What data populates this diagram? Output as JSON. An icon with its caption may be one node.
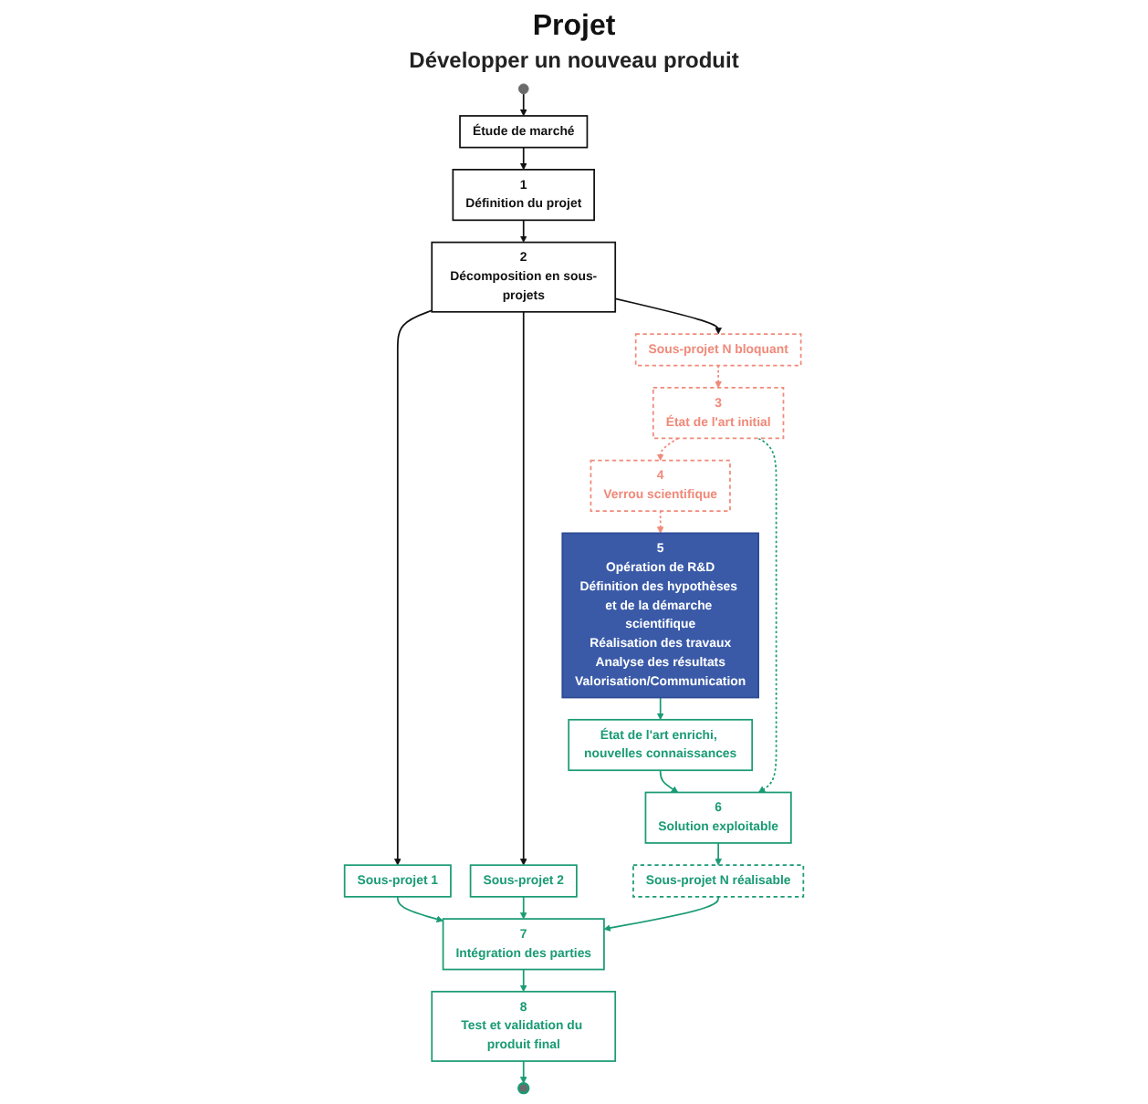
{
  "diagram": {
    "title": "Projet",
    "nodes": [
      {
        "text": [],
        "shape": "circle"
      },
      {
        "text": [
          "Étude de marché"
        ]
      },
      {
        "text": [
          "1",
          "Définition du projet"
        ]
      },
      {
        "text": [
          "2",
          "Décomposition en sous-projets"
        ]
      },
      {
        "text": [
          "3",
          "État de l'art initial"
        ]
      },
      {
        "text": [
          "4",
          "Verrou scientifique"
        ]
      },
      {
        "text": [
          "État de l'art enrichi, nouvelles connaissances"
        ]
      },
      {
        "text": [
          "6",
          "Solution exploitable"
        ]
      },
      {
        "text": [
          "5",
          "Opération de R&D",
          "Définition des hypothèses et de la démarche scientifique",
          "Réalisation des travaux",
          "Analyse des résultats",
          "Valorisation/Communication"
        ]
      },
      {
        "text": [
          "Sous-projet 1"
        ]
      },
      {
        "text": [
          "Sous-projet 2"
        ]
      },
      {
        "text": [
          "Sous-projet N bloquant"
        ]
      },
      {
        "text": [
          "Sous-projet N réalisable"
        ]
      },
      {
        "text": [
          "7",
          "Intégration des parties"
        ]
      },
      {
        "text": [
          "8",
          "Test et validation du produit final"
        ]
      },
      {
        "text": [],
        "shape": "circle"
      }
    ],
    "edges": [
      {
        "from": 0,
        "to": 1,
        "arrow": "to",
        "color": "#111111"
      },
      {
        "from": 1,
        "to": 2,
        "arrow": "to",
        "color": "#111111"
      },
      {
        "from": 2,
        "to": 3,
        "arrow": "to",
        "color": "#111111"
      },
      {
        "from": 3,
        "to": 9,
        "arrow": "to",
        "color": "#111111"
      },
      {
        "from": 3,
        "to": 10,
        "arrow": "to",
        "color": "#111111"
      },
      {
        "from": 3,
        "to": 11,
        "arrow": "to",
        "color": "#111111"
      },
      {
        "from": 11,
        "to": 4,
        "arrow": "to",
        "style": "dashed",
        "color": "#f08a7a"
      },
      {
        "from": 4,
        "to": 5,
        "arrow": "to",
        "style": "dashed",
        "color": "#f08a7a"
      },
      {
        "from": 5,
        "to": 8,
        "arrow": "to",
        "style": "dashed",
        "color": "#f08a7a"
      },
      {
        "from": 8,
        "to": 6,
        "arrow": "to"
      },
      {
        "from": 6,
        "to": 7,
        "arrow": "to"
      },
      {
        "from": 4,
        "to": 7,
        "arrow": "to",
        "style": "dashed"
      },
      {
        "from": 7,
        "to": 12,
        "arrow": "to"
      },
      {
        "from": 9,
        "to": 13,
        "arrow": "to"
      },
      {
        "from": 10,
        "to": 13,
        "arrow": "to"
      },
      {
        "from": 12,
        "to": 13,
        "arrow": "to"
      },
      {
        "from": 13,
        "to": 14,
        "arrow": "to"
      },
      {
        "from": 14,
        "to": 15,
        "arrow": "to"
      }
    ],
    "labels": [
      "Développer un nouveau produit"
    ]
  }
}
